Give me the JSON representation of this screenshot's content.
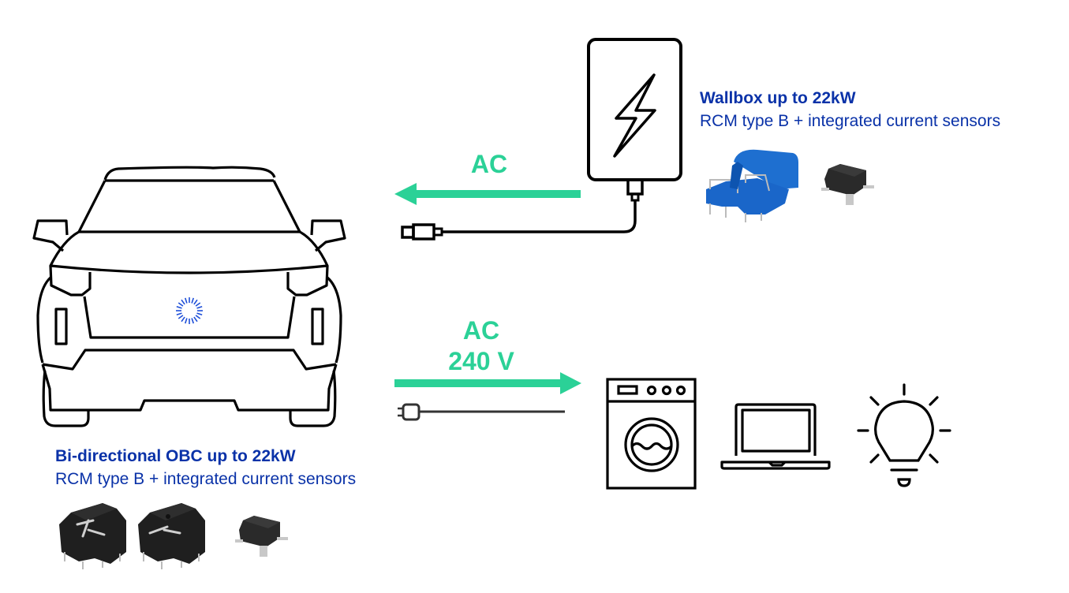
{
  "wallbox": {
    "title": "Wallbox up to 22kW",
    "subtitle": "RCM type B + integrated current sensors",
    "icon": "ev-charger-icon",
    "sensors": [
      "rcm-sensor-blue",
      "smd-current-sensor"
    ]
  },
  "vehicle": {
    "title": "Bi-directional OBC up to 22kW",
    "subtitle": "RCM type B + integrated current sensors",
    "icon": "car-front-icon",
    "sensors": [
      "rcm-sensor-black",
      "rcm-sensor-black",
      "smd-current-sensor"
    ]
  },
  "flows": {
    "charging": {
      "label": "AC",
      "direction": "to-vehicle"
    },
    "discharging": {
      "label_line1": "AC",
      "label_line2": "240 V",
      "direction": "to-loads"
    }
  },
  "loads": [
    {
      "name": "washing-machine",
      "icon": "washing-machine-icon"
    },
    {
      "name": "laptop",
      "icon": "laptop-icon"
    },
    {
      "name": "light-bulb",
      "icon": "light-bulb-icon"
    }
  ],
  "colors": {
    "text_blue": "#0a32a8",
    "arrow_green": "#2bd197",
    "line_black": "#000000",
    "sensor_blue": "#1e6fd0"
  }
}
